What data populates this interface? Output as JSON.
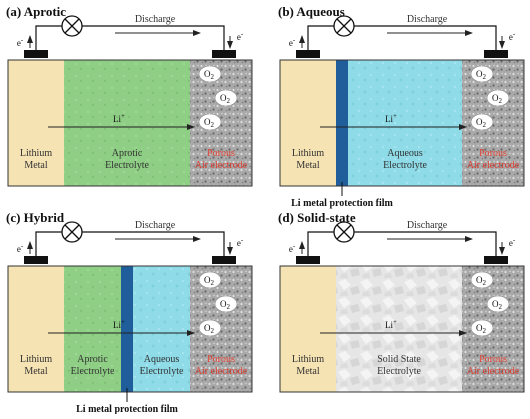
{
  "panels": [
    {
      "title": "(a) Aprotic",
      "discharge": "Discharge",
      "electron_left": "e-",
      "electron_right": "e-",
      "li_ion": "Li+",
      "anode": [
        "Lithium",
        "Metal"
      ],
      "electrolyte": [
        "Aprotic",
        "Electrolyte"
      ],
      "cathode": [
        "Porous",
        "Air electrode"
      ],
      "oxygen": [
        "O2",
        "O2",
        "O2"
      ]
    },
    {
      "title": "(b) Aqueous",
      "discharge": "Discharge",
      "electron_left": "e-",
      "electron_right": "e-",
      "li_ion": "Li+",
      "anode": [
        "Lithium",
        "Metal"
      ],
      "electrolyte": [
        "Aqueous",
        "Electrolyte"
      ],
      "cathode": [
        "Porous",
        "Air electrode"
      ],
      "oxygen": [
        "O2",
        "O2",
        "O2"
      ],
      "film_label": "Li metal protection film"
    },
    {
      "title": "(c) Hybrid",
      "discharge": "Discharge",
      "electron_left": "e-",
      "electron_right": "e-",
      "li_ion": "Li+",
      "anode": [
        "Lithium",
        "Metal"
      ],
      "electrolyte": [
        "Aprotic",
        "Electrolyte"
      ],
      "electrolyte2": [
        "Aqueous",
        "Electrolyte"
      ],
      "cathode": [
        "Porous",
        "Air electrode"
      ],
      "oxygen": [
        "O2",
        "O2",
        "O2"
      ],
      "film_label": "Li metal protection film"
    },
    {
      "title": "(d) Solid-state",
      "discharge": "Discharge",
      "electron_left": "e-",
      "electron_right": "e-",
      "li_ion": "Li+",
      "anode": [
        "Lithium",
        "Metal"
      ],
      "electrolyte": [
        "Solid State",
        "Electrolyte"
      ],
      "cathode": [
        "Porous",
        "Air electrode"
      ],
      "oxygen": [
        "O2",
        "O2",
        "O2"
      ]
    }
  ],
  "colors": {
    "lithium": "#f6e3b3",
    "aprotic": "#8fce85",
    "aqueous": "#8fdbe8",
    "film": "#1f5e9a",
    "solid": "#e4e4e4",
    "porous": "#a8a8a8",
    "cathode_text": "#e23b2e"
  }
}
